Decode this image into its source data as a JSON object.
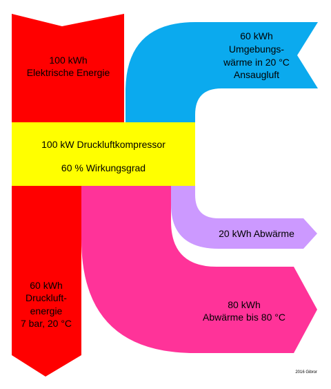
{
  "flows": {
    "input_electric": {
      "amount": "100 kWh",
      "label": "Elektrische Energie",
      "color": "#ff0000"
    },
    "input_ambient": {
      "amount": "60 kWh",
      "label_line1": "Umgebungs-",
      "label_line2": "wärme in 20 °C",
      "label_line3": "Ansaugluft",
      "color": "#0baaee"
    },
    "output_compressed_air": {
      "amount": "60 kWh",
      "label_line1": "Druckluft-",
      "label_line2": "energie",
      "label_line3": "7 bar, 20 °C",
      "color": "#ff0000"
    },
    "output_waste_heat_small": {
      "label": "20 kWh Abwärme",
      "color": "#cc99ff"
    },
    "output_waste_heat_large": {
      "amount": "80 kWh",
      "label": "Abwärme bis 80 °C",
      "color": "#ff3399"
    }
  },
  "compressor": {
    "title": "100 kW Druckluftkompressor",
    "efficiency": "60 % Wirkungsgrad",
    "color": "#ffff00"
  },
  "credit": "2016 Gibror"
}
